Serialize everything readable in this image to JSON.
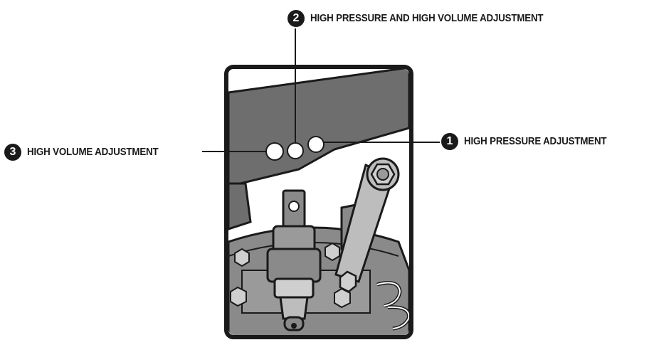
{
  "callouts": [
    {
      "number": "1",
      "label": "HIGH PRESSURE ADJUSTMENT"
    },
    {
      "number": "2",
      "label": "HIGH PRESSURE AND HIGH VOLUME ADJUSTMENT"
    },
    {
      "number": "3",
      "label": "HIGH VOLUME ADJUSTMENT"
    }
  ],
  "colors": {
    "ink": "#1a1a1a",
    "panel_dark": "#6e6e6e",
    "metal_light": "#bdbdbd",
    "metal_mid": "#8a8a8a",
    "background": "#ffffff"
  }
}
